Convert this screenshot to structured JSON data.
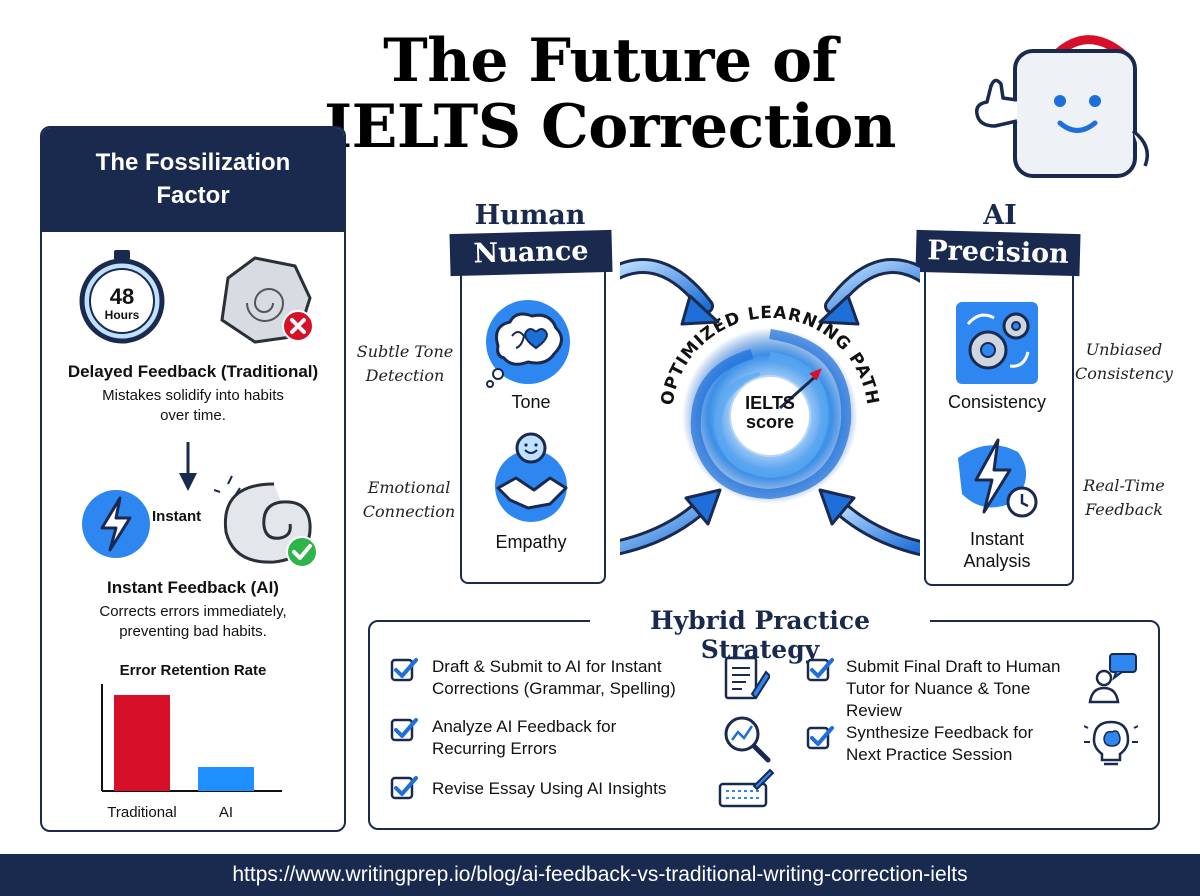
{
  "title": {
    "line1": "The Future of",
    "line2": "IELTS Correction"
  },
  "left_panel": {
    "heading_line1": "The Fossilization",
    "heading_line2": "Factor",
    "timer_value": "48",
    "timer_unit": "Hours",
    "delayed_title": "Delayed Feedback (Traditional)",
    "delayed_desc_line1": "Mistakes solidify into habits",
    "delayed_desc_line2": "over time.",
    "instant_label": "Instant",
    "instant_title": "Instant Feedback (AI)",
    "instant_desc_line1": "Corrects errors immediately,",
    "instant_desc_line2": "preventing bad habits.",
    "chart_title": "Error Retention Rate"
  },
  "chart_data": {
    "type": "bar",
    "title": "Error Retention Rate",
    "categories": [
      "Traditional",
      "AI"
    ],
    "values": [
      100,
      25
    ],
    "colors": [
      "#d7102a",
      "#1e90ff"
    ]
  },
  "human": {
    "top": "Human",
    "banner": "Nuance",
    "tone": "Tone",
    "empathy": "Empathy",
    "annot1_line1": "Subtle Tone",
    "annot1_line2": "Detection",
    "annot2_line1": "Emotional",
    "annot2_line2": "Connection"
  },
  "ai": {
    "top": "AI",
    "banner": "Precision",
    "consistency": "Consistency",
    "instant_line1": "Instant",
    "instant_line2": "Analysis",
    "annot1_line1": "Unbiased",
    "annot1_line2": "Consistency",
    "annot2_line1": "Real-Time",
    "annot2_line2": "Feedback"
  },
  "center": {
    "arc_text": "OPTIMIZED LEARNING PATH",
    "score_line1": "IELTS",
    "score_line2": "score"
  },
  "strategy": {
    "title": "Hybrid Practice Strategy",
    "items": [
      {
        "line1": "Draft & Submit to AI for Instant",
        "line2": "Corrections (Grammar, Spelling)"
      },
      {
        "line1": "Analyze AI Feedback for",
        "line2": "Recurring Errors"
      },
      {
        "line1": "Revise Essay Using AI Insights",
        "line2": ""
      },
      {
        "line1": "Submit Final Draft to Human",
        "line2": "Tutor for Nuance & Tone",
        "line3": "Review"
      },
      {
        "line1": "Synthesize Feedback for",
        "line2": "Next Practice Session"
      }
    ]
  },
  "footer": {
    "url": "https://www.writingprep.io/blog/ai-feedback-vs-traditional-writing-correction-ielts"
  },
  "colors": {
    "navy": "#1a2a4f",
    "blue": "#1e90ff",
    "red": "#d7102a",
    "green": "#2fb34a"
  }
}
